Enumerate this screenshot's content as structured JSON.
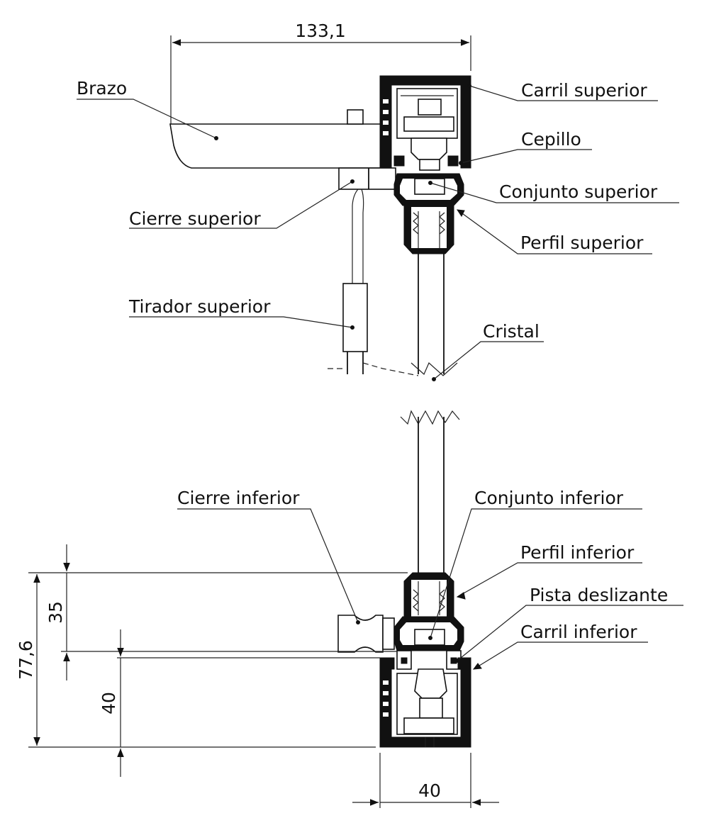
{
  "labels": {
    "brazo": "Brazo",
    "carril_superior": "Carril superior",
    "cepillo": "Cepillo",
    "conjunto_superior": "Conjunto superior",
    "cierre_superior": "Cierre superior",
    "perfil_superior": "Perfil superior",
    "tirador_superior": "Tirador superior",
    "cristal": "Cristal",
    "cierre_inferior": "Cierre inferior",
    "conjunto_inferior": "Conjunto inferior",
    "perfil_inferior": "Perfil inferior",
    "pista_deslizante": "Pista deslizante",
    "carril_inferior": "Carril inferior"
  },
  "dimensions": {
    "width_total": "133,1",
    "height_total": "77,6",
    "height_35": "35",
    "height_40": "40",
    "width_40": "40"
  },
  "colors": {
    "line": "#111111",
    "background": "#ffffff"
  }
}
